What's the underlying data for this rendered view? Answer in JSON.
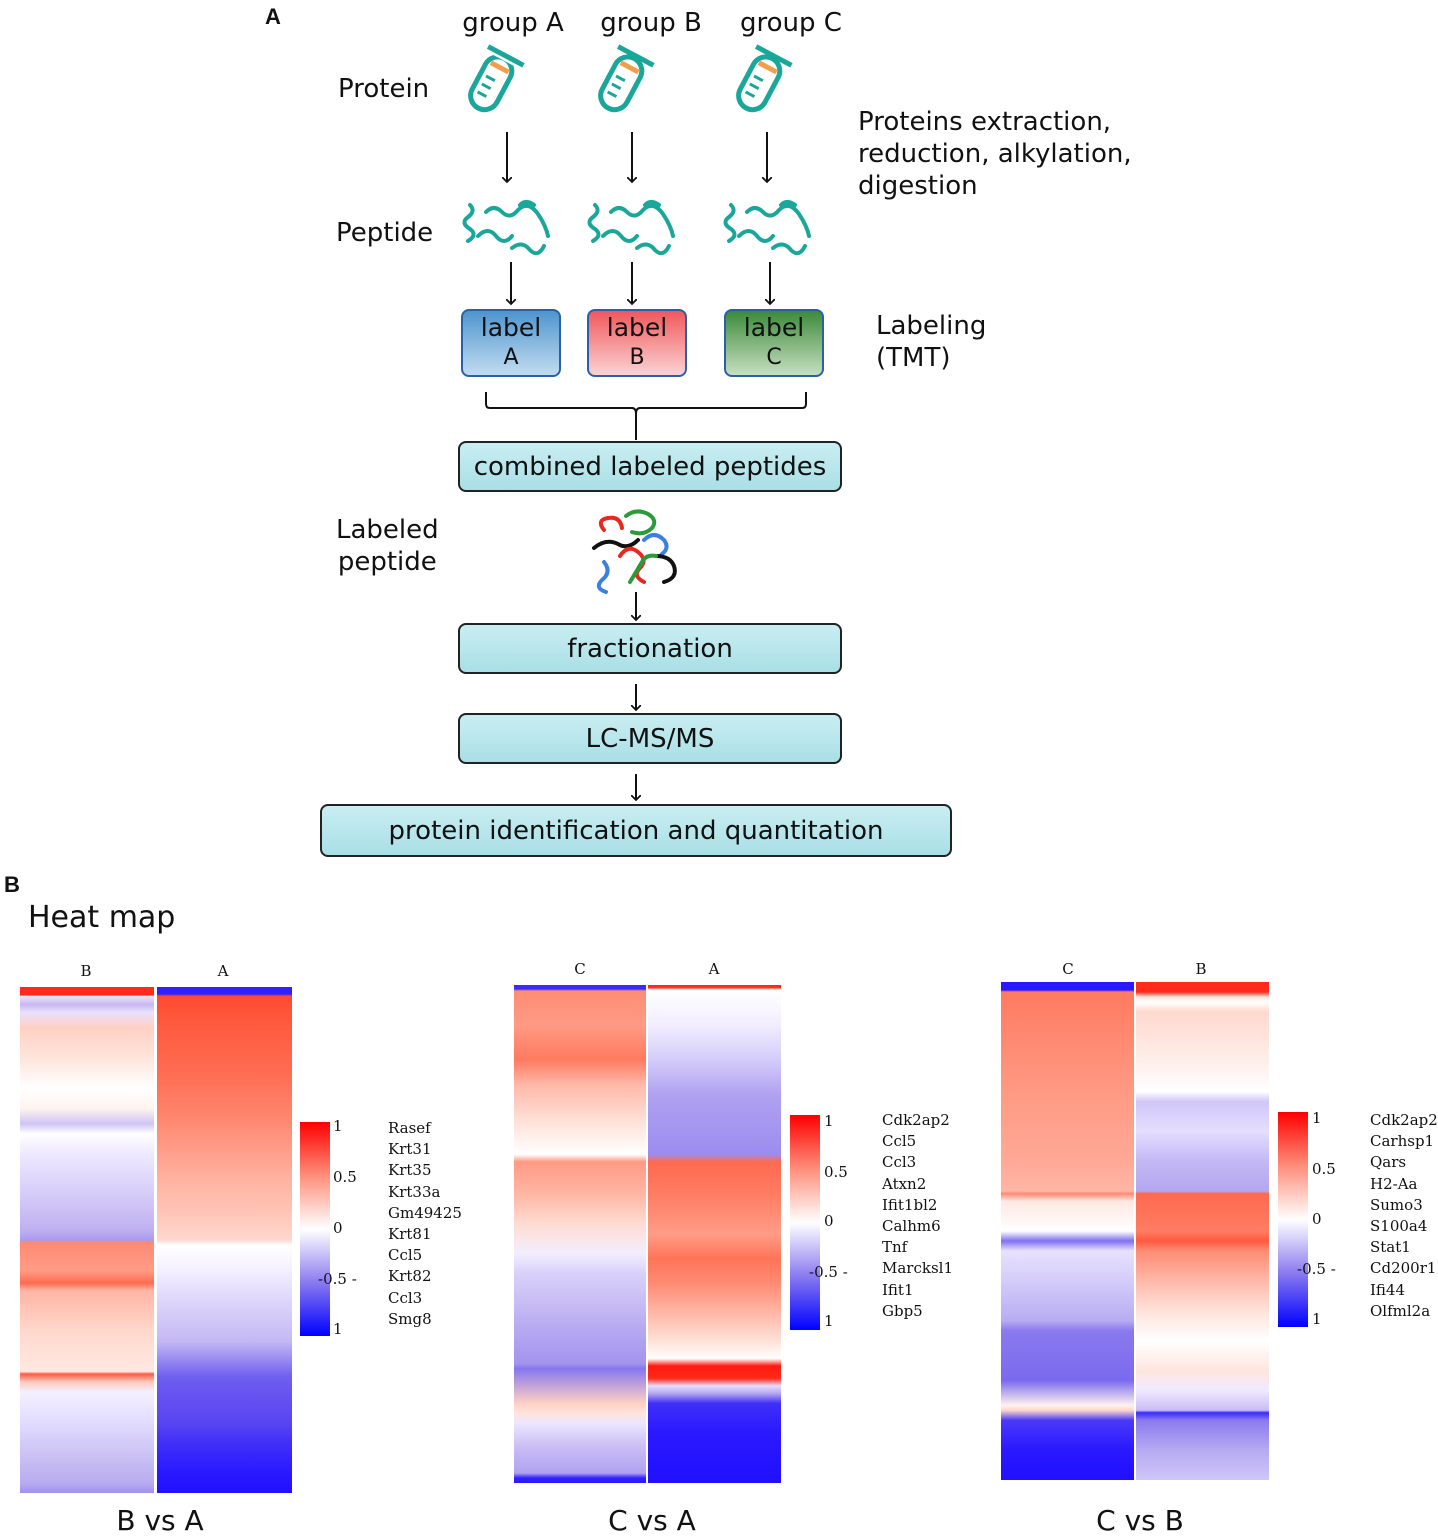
{
  "panel_a": {
    "letter": "A",
    "groups": [
      "group A",
      "group B",
      "group C"
    ],
    "row_protein": "Protein",
    "row_peptide": "Peptide",
    "row_labeled": [
      "Labeled",
      "peptide"
    ],
    "note_extraction": [
      "Proteins extraction,",
      "reduction, alkylation,",
      "digestion"
    ],
    "note_labeling": [
      "Labeling",
      "(TMT)"
    ],
    "labels": [
      {
        "word": "label",
        "letter": "A",
        "color_top": "#4e95cf",
        "color_bottom": "#c2dcf0"
      },
      {
        "word": "label",
        "letter": "B",
        "color_top": "#f0585b",
        "color_bottom": "#fbd2d3"
      },
      {
        "word": "label",
        "letter": "C",
        "color_top": "#3c8a3a",
        "color_bottom": "#c6dfc0"
      }
    ],
    "steps": [
      "combined labeled peptides",
      "fractionation",
      "LC-MS/MS",
      "protein identification and quantitation"
    ],
    "colors": {
      "tube": "#1aa79a",
      "tube_cap": "#f0a04b",
      "peptide": "#1aa79a"
    }
  },
  "panel_b": {
    "letter": "B",
    "title": "Heat map",
    "colors": {
      "high": "#ff0000",
      "mid": "#ffffff",
      "low": "#0000ff"
    },
    "legend_ticks": [
      "1",
      "0.5",
      "0",
      "-0.5 -",
      "1"
    ],
    "maps": [
      {
        "columns": [
          "B",
          "A"
        ],
        "comparison": "B vs A",
        "genes": [
          "Rasef",
          "Krt31",
          "Krt35",
          "Krt33a",
          "Gm49425",
          "Krt81",
          "Ccl5",
          "Krt82",
          "Ccl3",
          "Smg8"
        ]
      },
      {
        "columns": [
          "C",
          "A"
        ],
        "comparison": "C vs A",
        "genes": [
          "Cdk2ap2",
          "Ccl5",
          "Ccl3",
          "Atxn2",
          "Ifit1bl2",
          "Calhm6",
          "Tnf",
          "Marcksl1",
          "Ifit1",
          "Gbp5"
        ]
      },
      {
        "columns": [
          "C",
          "B"
        ],
        "comparison": "C vs B",
        "genes": [
          "Cdk2ap2",
          "Carhsp1",
          "Qars",
          "H2-Aa",
          "Sumo3",
          "S100a4",
          "Stat1",
          "Cd200r1",
          "Ifi44",
          "Olfml2a"
        ]
      }
    ]
  }
}
